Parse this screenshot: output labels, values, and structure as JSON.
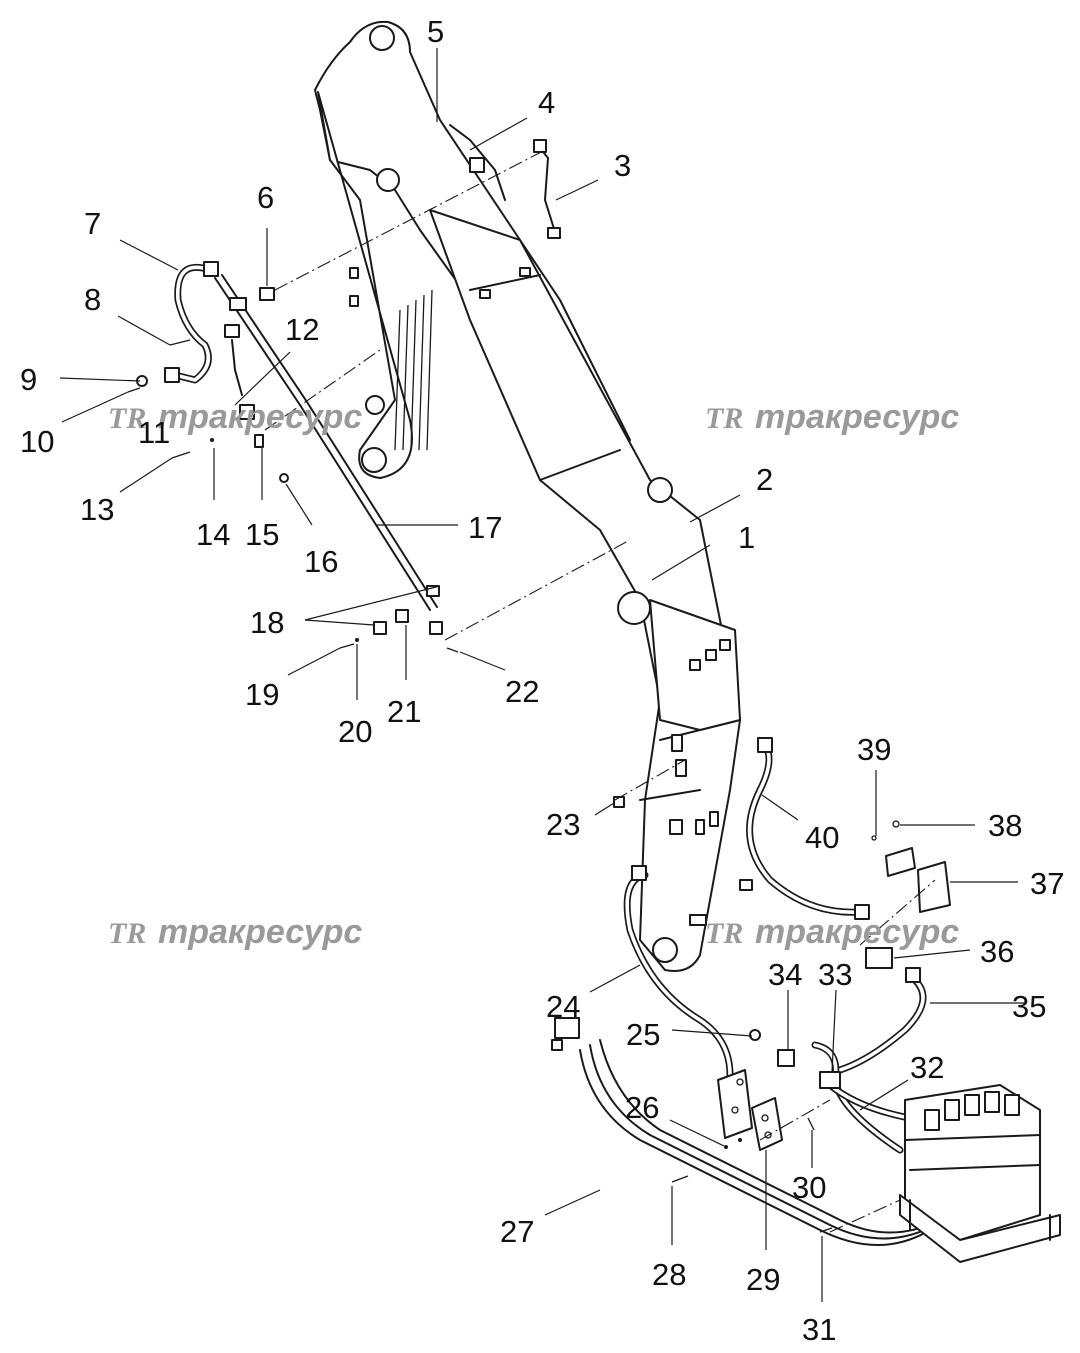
{
  "watermark": {
    "logo": "TR",
    "text": "тракресурс"
  },
  "callouts": [
    "1",
    "2",
    "3",
    "4",
    "5",
    "6",
    "7",
    "8",
    "9",
    "10",
    "11",
    "12",
    "13",
    "14",
    "15",
    "16",
    "17",
    "18",
    "19",
    "20",
    "21",
    "22",
    "23",
    "24",
    "25",
    "26",
    "27",
    "28",
    "29",
    "30",
    "31",
    "32",
    "33",
    "34",
    "35",
    "36",
    "37",
    "38",
    "39",
    "40"
  ]
}
